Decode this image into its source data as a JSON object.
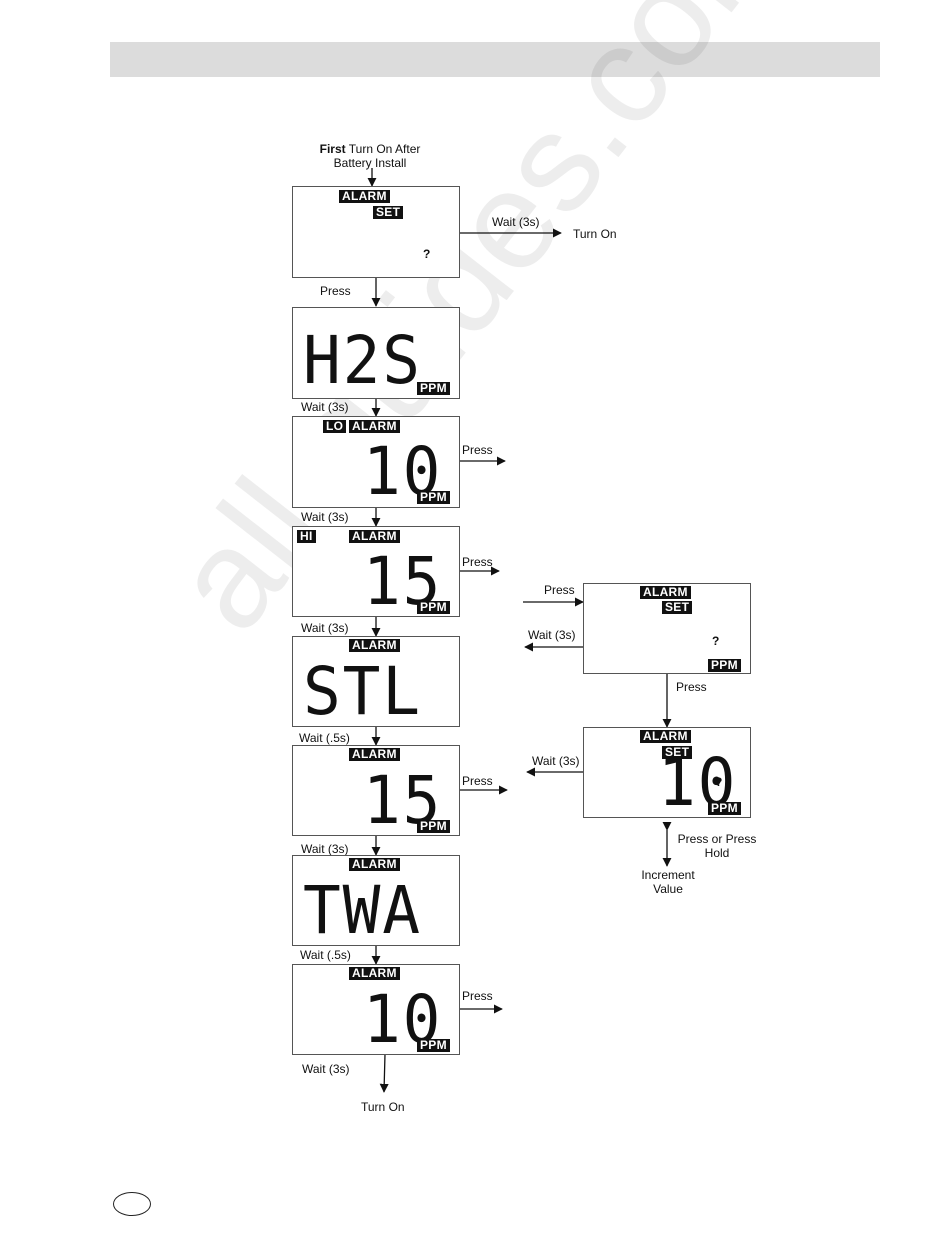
{
  "watermark": "all-guides.com",
  "start_label": {
    "bold": "First",
    "rest": " Turn On After",
    "line2": "Battery Install"
  },
  "tags": {
    "alarm": "ALARM",
    "set": "SET",
    "lo": "LO",
    "hi": "HI",
    "ppm": "PPM"
  },
  "question": "?",
  "displays": {
    "gas": "H2S",
    "lo_value": "10",
    "hi_value": "15",
    "stl_text": "STL",
    "stl_value": "15",
    "twa_text": "TWA",
    "twa_value": "10",
    "set_value": "10"
  },
  "labels": {
    "wait_3s": "Wait (3s)",
    "wait_05s": "Wait (.5s)",
    "press": "Press",
    "turn_on": "Turn On",
    "press_or_hold": "Press or Press",
    "hold": "Hold",
    "increment": "Increment",
    "value": "Value"
  }
}
